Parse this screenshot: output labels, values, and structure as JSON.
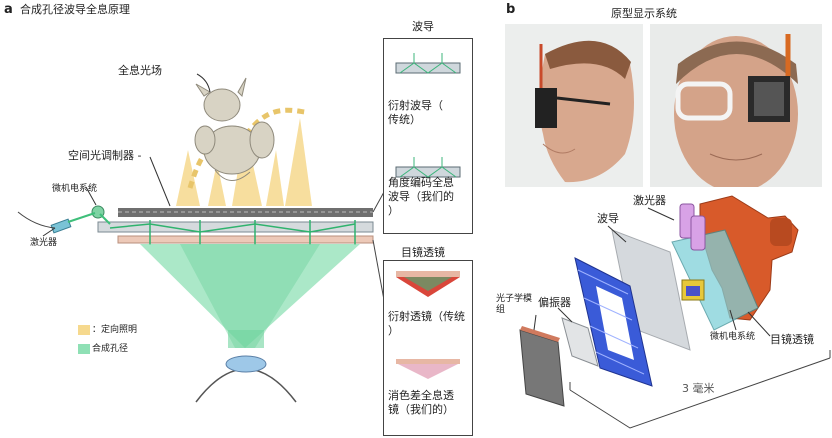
{
  "panel_a": {
    "letter": "a",
    "title": "合成孔径波导全息原理",
    "hologram_label": "全息光场",
    "slm_label": "空间光调制器 -",
    "mems_label": "微机电系统",
    "laser_label": "激光器",
    "legend": [
      {
        "swatch": "#f6d98e",
        "label": "：定向照明"
      },
      {
        "swatch": "#8fe0b5",
        "label": "合成孔径"
      }
    ],
    "waveguide_box": {
      "title": "波导",
      "items": [
        "衍射波导（\n传统）",
        "角度编码全息\n波导（我们的\n）"
      ]
    },
    "lens_box": {
      "title": "目镜透镜",
      "items": [
        "衍射透镜（传统\n）",
        "消色差全息透\n镜（我们的）"
      ]
    }
  },
  "panel_b": {
    "letter": "b",
    "title": "原型显示系统",
    "labels": {
      "waveguide": "波导",
      "laser": "激光器",
      "photonics": "光子学模\n组",
      "polarizer": "偏振器",
      "mems": "微机电系统",
      "eyepiece": "目镜透镜",
      "scale": "3 毫米"
    }
  },
  "colors": {
    "illumination": "#f6d98e",
    "aperture": "#8fe0b5",
    "waveguide_body": "#b8c2c8",
    "lens_red": "#d9463a",
    "lens_pink": "#e9b7c8",
    "bracket_blue": "#3a5bd8",
    "frame_orange": "#d85a2a"
  }
}
